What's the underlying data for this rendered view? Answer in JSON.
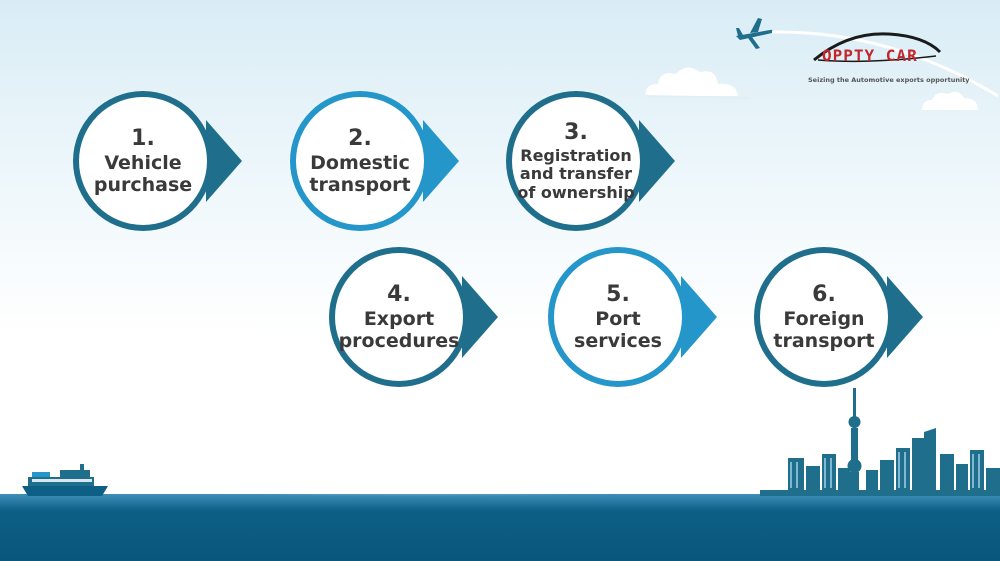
{
  "logo": {
    "name": "OPPTY CAR",
    "tagline": "Seizing the Automotive exports opportunity"
  },
  "steps": [
    {
      "number": "1.",
      "line1": "Vehicle",
      "line2": "purchase",
      "line3": "",
      "color": "#1f6e8c"
    },
    {
      "number": "2.",
      "line1": "Domestic",
      "line2": "transport",
      "line3": "",
      "color": "#2596c9"
    },
    {
      "number": "3.",
      "line1": "Registration",
      "line2": "and transfer",
      "line3": "of ownership",
      "color": "#1f6e8c"
    },
    {
      "number": "4.",
      "line1": "Export",
      "line2": "procedures",
      "line3": "",
      "color": "#1f6e8c"
    },
    {
      "number": "5.",
      "line1": "Port",
      "line2": "services",
      "line3": "",
      "color": "#2596c9"
    },
    {
      "number": "6.",
      "line1": "Foreign",
      "line2": "transport",
      "line3": "",
      "color": "#1f6e8c"
    }
  ],
  "icons": {
    "airplane": "airplane-icon",
    "ship": "ship-icon",
    "city": "city-skyline-icon",
    "cloud": "cloud-icon"
  },
  "colors": {
    "sea": "#0d5f86",
    "sea_light": "#3d8fb8",
    "logo_red": "#c0282d"
  }
}
